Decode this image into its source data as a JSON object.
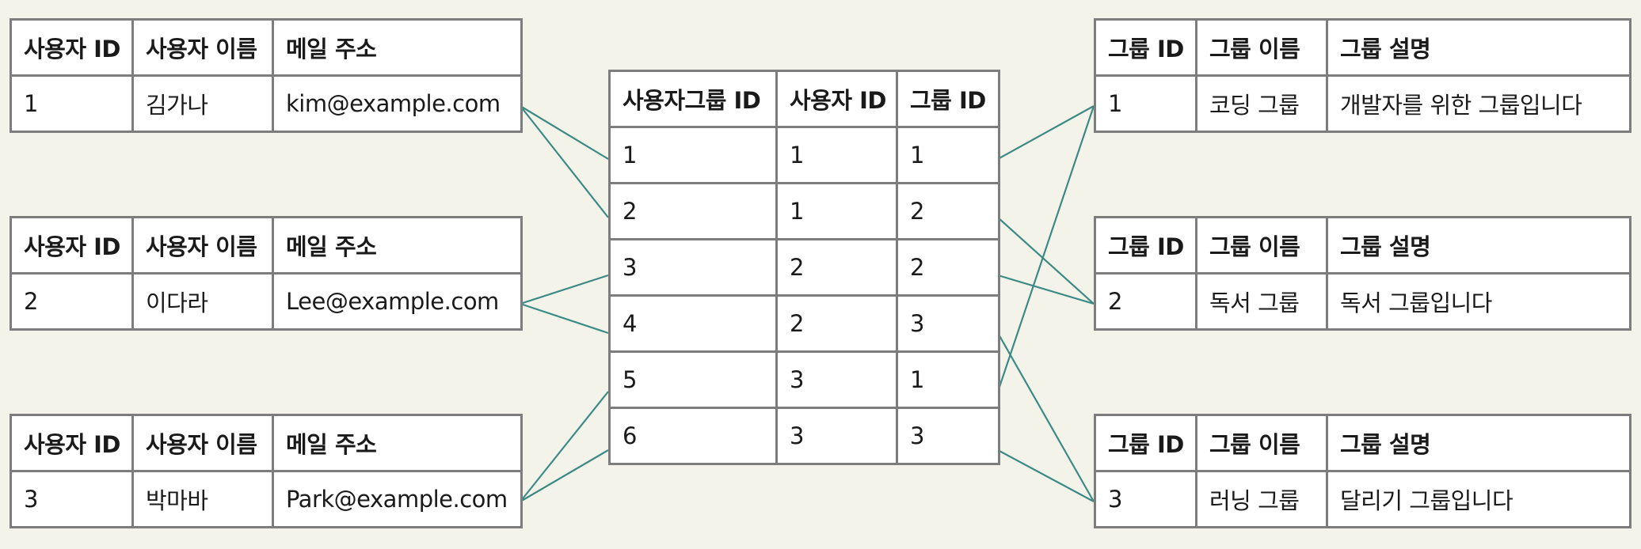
{
  "user_tables": [
    {
      "headers": [
        "사용자 ID",
        "사용자 이름",
        "메일 주소"
      ],
      "row": [
        "1",
        "김가나",
        "kim@example.com"
      ]
    },
    {
      "headers": [
        "사용자 ID",
        "사용자 이름",
        "메일 주소"
      ],
      "row": [
        "2",
        "이다라",
        "Lee@example.com"
      ]
    },
    {
      "headers": [
        "사용자 ID",
        "사용자 이름",
        "메일 주소"
      ],
      "row": [
        "3",
        "박마바",
        "Park@example.com"
      ]
    }
  ],
  "user_group_table": {
    "headers": [
      "사용자그룹 ID",
      "사용자 ID",
      "그룹 ID"
    ],
    "rows": [
      [
        "1",
        "1",
        "1"
      ],
      [
        "2",
        "1",
        "2"
      ],
      [
        "3",
        "2",
        "2"
      ],
      [
        "4",
        "2",
        "3"
      ],
      [
        "5",
        "3",
        "1"
      ],
      [
        "6",
        "3",
        "3"
      ]
    ]
  },
  "group_tables": [
    {
      "headers": [
        "그룹 ID",
        "그룹 이름",
        "그룹 설명"
      ],
      "row": [
        "1",
        "코딩 그룹",
        "개발자를 위한 그룹입니다"
      ]
    },
    {
      "headers": [
        "그룹 ID",
        "그룹 이름",
        "그룹 설명"
      ],
      "row": [
        "2",
        "독서 그룹",
        "독서 그룹입니다"
      ]
    },
    {
      "headers": [
        "그룹 ID",
        "그룹 이름",
        "그룹 설명"
      ],
      "row": [
        "3",
        "러닝 그룹",
        "달리기 그룹입니다"
      ]
    }
  ],
  "colors": {
    "background": "#f4f3ea",
    "connector": "#3b8a86",
    "border": "#7d7d7d"
  }
}
